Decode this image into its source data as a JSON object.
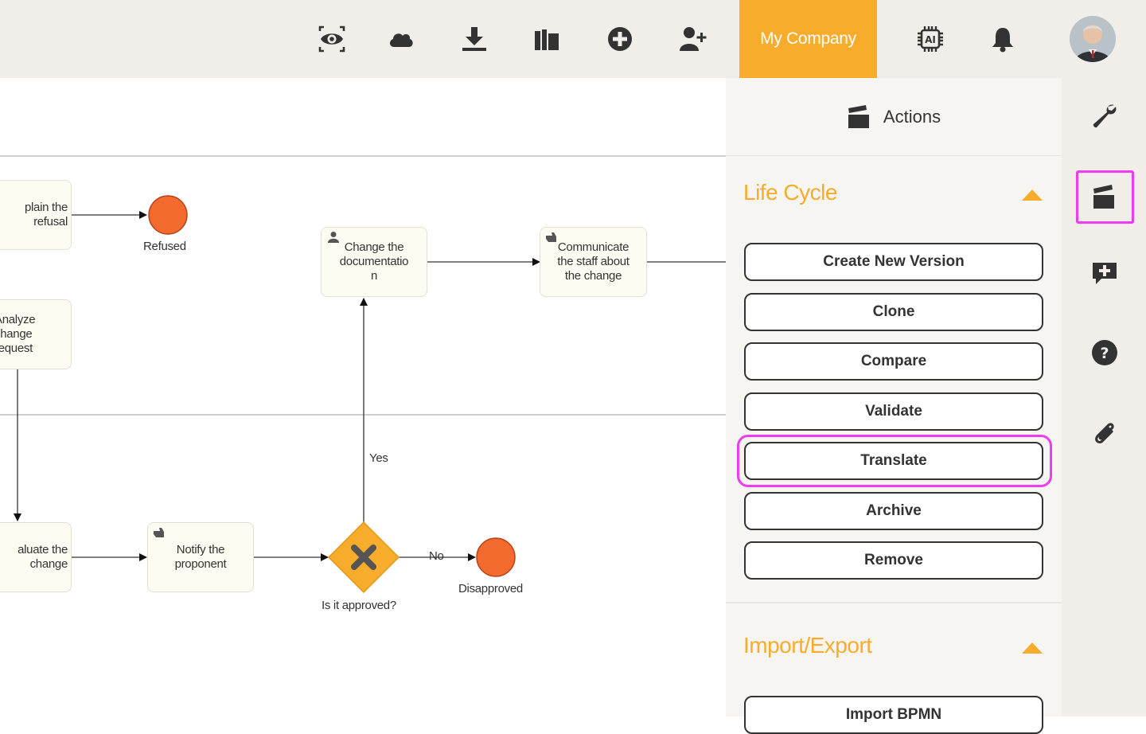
{
  "topbar": {
    "icons": [
      "eye-icon",
      "cloud-icon",
      "download-icon",
      "library-icon",
      "plus-circle-icon",
      "add-user-icon"
    ],
    "company_label": "My Company",
    "ai_icon": "ai-chip-icon",
    "bell_icon": "bell-icon",
    "avatar": "user-avatar"
  },
  "diagram": {
    "nodes": {
      "explain_refusal": "plain the\nrefusal",
      "analyze_request": "Analyze\nchange\nrequest",
      "evaluate_change": "aluate the\nchange",
      "notify": "Notify the\nproponent",
      "change_docs": "Change the\ndocumentatio\nn",
      "communicate": "Communicate\nthe staff about\nthe change"
    },
    "labels": {
      "refused": "Refused",
      "disapproved": "Disapproved",
      "gateway": "Is it approved?",
      "yes": "Yes",
      "no": "No"
    },
    "colors": {
      "end_event": "#f26a2e",
      "gateway": "#f7ac2b"
    }
  },
  "actions": {
    "header_icon": "clapperboard-icon",
    "title": "Actions",
    "lifecycle": {
      "title": "Life Cycle",
      "buttons": [
        "Create New Version",
        "Clone",
        "Compare",
        "Validate",
        "Translate",
        "Archive",
        "Remove"
      ]
    },
    "import_export": {
      "title": "Import/Export",
      "buttons": [
        "Import BPMN"
      ]
    }
  },
  "rightbar": {
    "icons": [
      "wrench-icon",
      "clapperboard-icon",
      "comment-plus-icon",
      "help-icon",
      "paperclip-icon"
    ]
  },
  "colors": {
    "accent": "#f7ac2b",
    "highlight": "#f03cf0",
    "topbar_bg": "#f1eeea"
  }
}
